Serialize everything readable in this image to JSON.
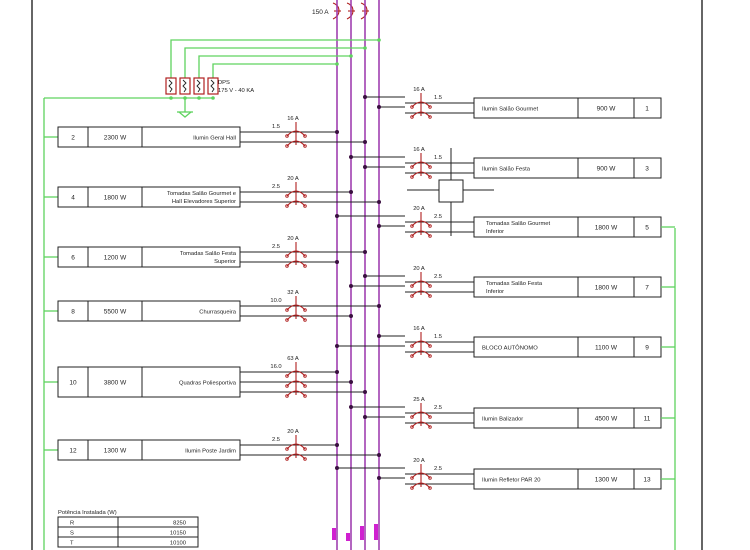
{
  "main_breaker": {
    "rating": "150 A"
  },
  "dps": {
    "label": "DPS",
    "spec": "175 V - 40 KA"
  },
  "colors": {
    "bus": "#a040b0",
    "ground": "#5fd35f",
    "breaker": "#b02020",
    "wire": "#222222",
    "bus_marker": "#d020d0"
  },
  "left_circuits": [
    {
      "number": "2",
      "power": "2300 W",
      "description": [
        "Ilumin Geral Hall"
      ],
      "breaker": "16 A",
      "cable": "1.5",
      "poles": 2
    },
    {
      "number": "4",
      "power": "1800 W",
      "description": [
        "Tomadas Salão Gourmet e",
        "Hall Elevadores Superior"
      ],
      "breaker": "20 A",
      "cable": "2.5",
      "poles": 2
    },
    {
      "number": "6",
      "power": "1200 W",
      "description": [
        "Tomadas Salão Festa",
        "Superior"
      ],
      "breaker": "20 A",
      "cable": "2.5",
      "poles": 2
    },
    {
      "number": "8",
      "power": "5500 W",
      "description": [
        "Churrasqueira"
      ],
      "breaker": "32 A",
      "cable": "10.0",
      "poles": 2
    },
    {
      "number": "10",
      "power": "3800 W",
      "description": [
        "Quadras Poliesportiva"
      ],
      "breaker": "63 A",
      "cable": "16.0",
      "poles": 3
    },
    {
      "number": "12",
      "power": "1300 W",
      "description": [
        "Ilumin Poste Jardim"
      ],
      "breaker": "20 A",
      "cable": "2.5",
      "poles": 2
    }
  ],
  "right_circuits": [
    {
      "number": "1",
      "power": "900 W",
      "description": [
        "Ilumin Salão Gourmet"
      ],
      "breaker": "16 A",
      "cable": "1.5",
      "poles": 2
    },
    {
      "number": "3",
      "power": "900 W",
      "description": [
        "Ilumin Salão Festa"
      ],
      "breaker": "16 A",
      "cable": "1.5",
      "poles": 2
    },
    {
      "number": "5",
      "power": "1800 W",
      "description": [
        "Tomadas Salão Gourmet",
        "Inferior"
      ],
      "breaker": "20 A",
      "cable": "2.5",
      "poles": 2
    },
    {
      "number": "7",
      "power": "1800 W",
      "description": [
        "Tomadas Salão Festa",
        "Inferior"
      ],
      "breaker": "20 A",
      "cable": "2.5",
      "poles": 2
    },
    {
      "number": "9",
      "power": "1100 W",
      "description": [
        "BLOCO AUTÔNOMO"
      ],
      "breaker": "16 A",
      "cable": "1.5",
      "poles": 2
    },
    {
      "number": "11",
      "power": "4500 W",
      "description": [
        "Ilumin Balizador"
      ],
      "breaker": "25 A",
      "cable": "2.5",
      "poles": 2
    },
    {
      "number": "13",
      "power": "1300 W",
      "description": [
        "Ilumin Refletor PAR 20"
      ],
      "breaker": "20 A",
      "cable": "2.5",
      "poles": 2
    }
  ],
  "power_table": {
    "title": "Potência Instalada (W)",
    "rows": [
      {
        "phase": "R",
        "value": "8250"
      },
      {
        "phase": "S",
        "value": "10150"
      },
      {
        "phase": "T",
        "value": "10100"
      }
    ]
  }
}
